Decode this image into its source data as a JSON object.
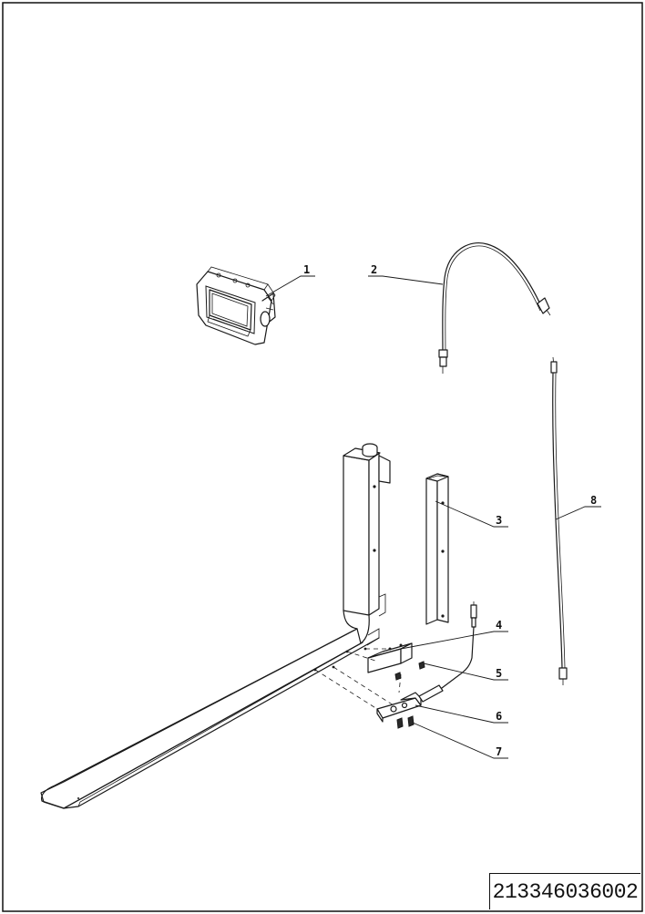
{
  "drawing": {
    "drawing_number": "213346036002",
    "callouts": [
      {
        "number": "1",
        "part": "monitor"
      },
      {
        "number": "2",
        "part": "cable"
      },
      {
        "number": "3",
        "part": "square-tube"
      },
      {
        "number": "4",
        "part": "block"
      },
      {
        "number": "5",
        "part": "screw"
      },
      {
        "number": "6",
        "part": "camera-bracket"
      },
      {
        "number": "7",
        "part": "screw"
      },
      {
        "number": "8",
        "part": "cable"
      }
    ]
  }
}
